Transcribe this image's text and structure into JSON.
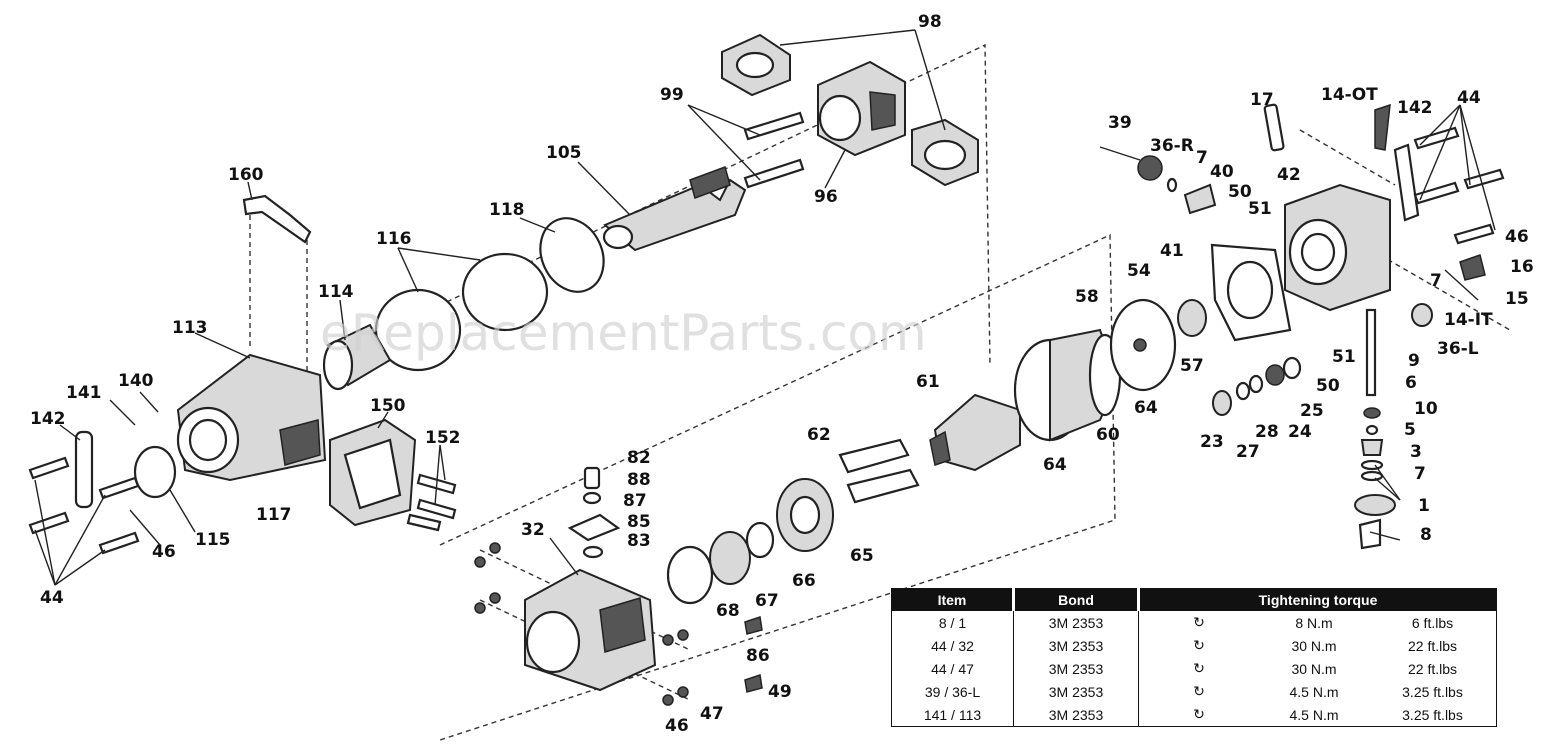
{
  "watermark": "eReplacementParts.com",
  "callouts": [
    "98",
    "99",
    "105",
    "118",
    "116",
    "96",
    "160",
    "114",
    "113",
    "141",
    "140",
    "142",
    "150",
    "152",
    "117",
    "115",
    "46",
    "44",
    "82",
    "88",
    "87",
    "85",
    "83",
    "32",
    "68",
    "67",
    "66",
    "65",
    "86",
    "49",
    "47",
    "46",
    "62",
    "61",
    "64",
    "60",
    "58",
    "54",
    "57",
    "41",
    "64",
    "39",
    "36-R",
    "7",
    "40",
    "50",
    "51",
    "17",
    "14-OT",
    "142",
    "44",
    "42",
    "46",
    "16",
    "15",
    "7",
    "14-IT",
    "36-L",
    "51",
    "50",
    "9",
    "6",
    "10",
    "5",
    "3",
    "7",
    "1",
    "8",
    "25",
    "24",
    "28",
    "27",
    "23"
  ],
  "torque_table": {
    "headers": {
      "item": "Item",
      "bond": "Bond",
      "torque": "Tightening torque"
    },
    "rows": [
      {
        "item": "8 / 1",
        "bond": "3M 2353",
        "direction_icon": "↻",
        "nm": "8 N.m",
        "ftlbs": "6 ft.lbs"
      },
      {
        "item": "44 / 32",
        "bond": "3M 2353",
        "direction_icon": "↻",
        "nm": "30 N.m",
        "ftlbs": "22 ft.lbs"
      },
      {
        "item": "44 / 47",
        "bond": "3M 2353",
        "direction_icon": "↻",
        "nm": "30 N.m",
        "ftlbs": "22 ft.lbs"
      },
      {
        "item": "39 / 36-L",
        "bond": "3M 2353",
        "direction_icon": "↻",
        "nm": "4.5 N.m",
        "ftlbs": "3.25 ft.lbs"
      },
      {
        "item": "141 / 113",
        "bond": "3M 2353",
        "direction_icon": "↻",
        "nm": "4.5 N.m",
        "ftlbs": "3.25 ft.lbs"
      }
    ]
  }
}
